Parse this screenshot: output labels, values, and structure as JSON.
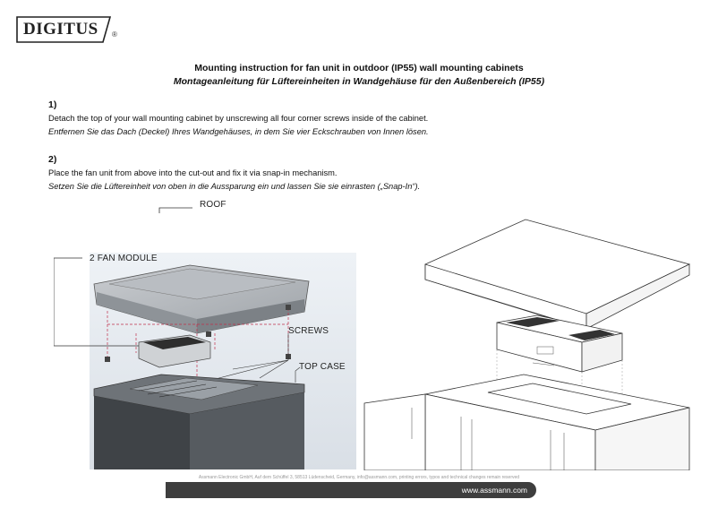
{
  "logo": {
    "text": "DIGITUS",
    "reg": "®"
  },
  "title_en": "Mounting instruction for fan unit in outdoor (IP55) wall mounting cabinets",
  "title_de": "Montageanleitung für Lüftereinheiten in Wandgehäuse für den Außenbereich (IP55)",
  "steps": [
    {
      "number": "1)",
      "en": "Detach the top of your wall mounting cabinet by unscrewing all four corner screws inside of the cabinet.",
      "de": "Entfernen Sie das Dach (Deckel) Ihres Wandgehäuses, in dem Sie vier Eckschrauben von Innen lösen."
    },
    {
      "number": "2)",
      "en": "Place the fan unit from above into the cut-out and fix it via snap-in mechanism.",
      "de": "Setzen Sie die Lüftereinheit von oben in die Aussparung ein und lassen Sie sie einrasten („Snap-In“)."
    }
  ],
  "diagram_labels": {
    "roof": "ROOF",
    "fan_module": "2 FAN MODULE",
    "screws": "SCREWS",
    "top_case": "TOP CASE"
  },
  "footer": {
    "legal": "Assmann Electronic GmbH, Auf dem Schüffel 3, 58513 Lüdenscheid, Germany, info@assmann.com, printing errors, typos and technical changes remain reserved",
    "url": "www.assmann.com"
  }
}
